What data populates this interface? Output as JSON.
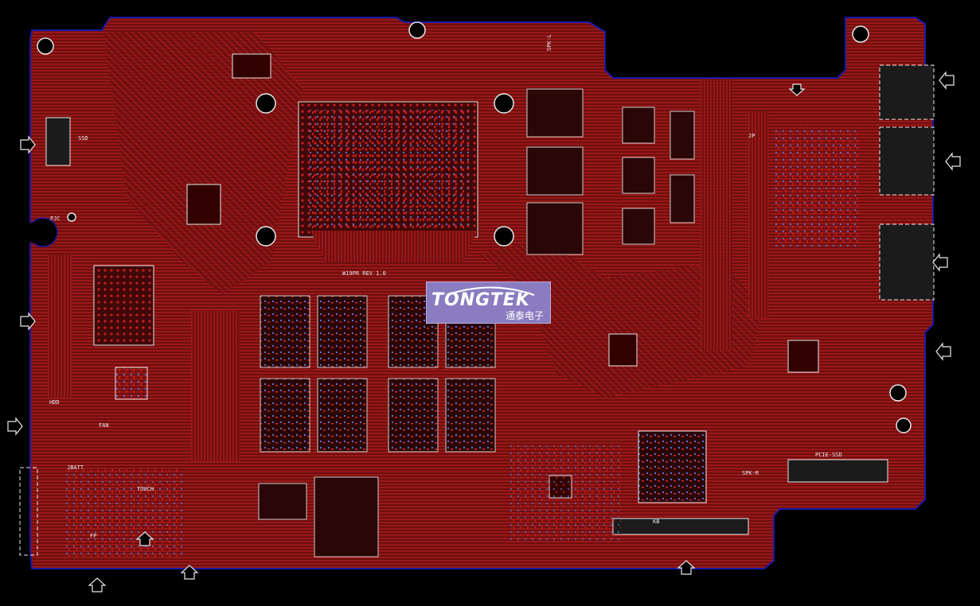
{
  "board": {
    "revision_label": "W19PR REV 1.0",
    "colors": {
      "background": "#000000",
      "copper": "#8f1515",
      "trace": "#c41f1f",
      "outline": "#1a1aa8",
      "silkscreen": "#e8e8e8",
      "via": "#5a6fd0"
    }
  },
  "silkscreen_labels": [
    {
      "id": "ssd",
      "text": "SSD"
    },
    {
      "id": "pjc",
      "text": "PJC"
    },
    {
      "id": "hdd",
      "text": "HDD"
    },
    {
      "id": "fan",
      "text": "FAN"
    },
    {
      "id": "batt",
      "text": "JBATT"
    },
    {
      "id": "touch",
      "text": "TOUCH"
    },
    {
      "id": "fp",
      "text": "FP"
    },
    {
      "id": "spk",
      "text": "SPK-L"
    },
    {
      "id": "spk_r",
      "text": "SPK-R"
    },
    {
      "id": "pcie",
      "text": "PCIE-SSD"
    },
    {
      "id": "rj",
      "text": "JP"
    },
    {
      "id": "kb",
      "text": "KB"
    }
  ],
  "watermark": {
    "brand": "TONGTEK",
    "subtitle": "通泰电子",
    "bg_color": "#8a7cc0"
  },
  "edge_arrows_icon": "hollow-arrow-icon"
}
